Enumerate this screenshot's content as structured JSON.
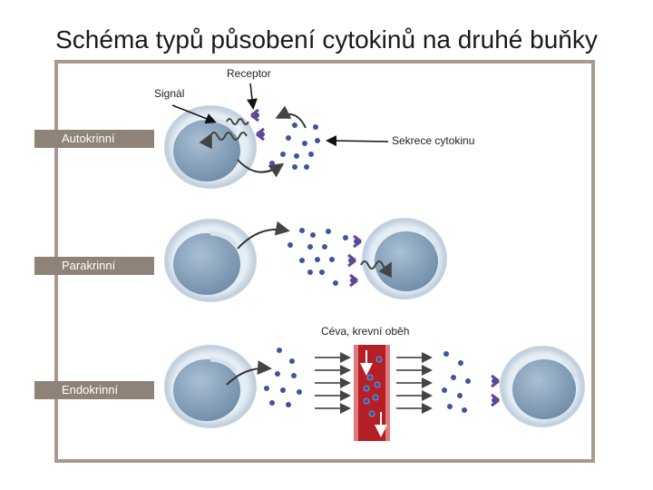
{
  "title": "Schéma typů působení cytokinů na druhé buňky",
  "rows": [
    {
      "label": "Autokrinní"
    },
    {
      "label": "Parakrinní"
    },
    {
      "label": "Endokrinní"
    }
  ],
  "annotations": {
    "receptor": "Receptor",
    "signal": "Signál",
    "secretion": "Sekrece cytokinu",
    "vessel": "Céva, krevní oběh"
  },
  "colors": {
    "frame": "#a89a8e",
    "label_bg": "#8f8378",
    "cell_membrane": "#d9e4ee",
    "nucleus": "#7f9bb6",
    "cytokine": "#3d55a0",
    "receptor": "#7a3d8f",
    "vessel": "#b31f24"
  }
}
